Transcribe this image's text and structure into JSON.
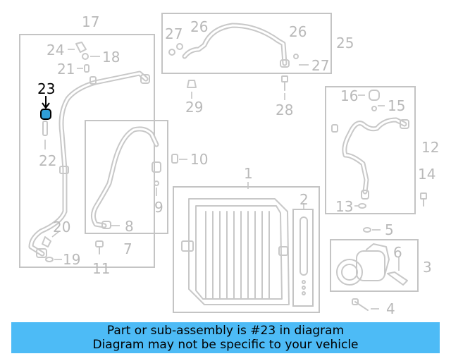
{
  "diagram": {
    "callouts": [
      "1",
      "2",
      "3",
      "4",
      "5",
      "6",
      "7",
      "8",
      "9",
      "10",
      "11",
      "12",
      "13",
      "14",
      "15",
      "16",
      "17",
      "18",
      "19",
      "20",
      "21",
      "22",
      "23",
      "24",
      "25",
      "26",
      "26",
      "27",
      "27",
      "28",
      "29"
    ],
    "highlighted_part": "23",
    "highlight_color": "#000000",
    "part_color": "#b9b9b9",
    "parts": {
      "p1": "1",
      "p2": "2",
      "p3": "3",
      "p4": "4",
      "p5": "5",
      "p6": "6",
      "p7": "7",
      "p8": "8",
      "p9": "9",
      "p10": "10",
      "p11": "11",
      "p12": "12",
      "p13": "13",
      "p14": "14",
      "p15": "15",
      "p16": "16",
      "p17": "17",
      "p18": "18",
      "p19": "19",
      "p20": "20",
      "p21": "21",
      "p22": "22",
      "p23": "23",
      "p24": "24",
      "p25": "25",
      "p26a": "26",
      "p26b": "26",
      "p27a": "27",
      "p27b": "27",
      "p28": "28",
      "p29": "29"
    }
  },
  "banner": {
    "line1": "Part or sub-assembly is #23 in diagram",
    "line2": "Diagram may not be specific to your vehicle",
    "color": "#4dbbf6"
  }
}
